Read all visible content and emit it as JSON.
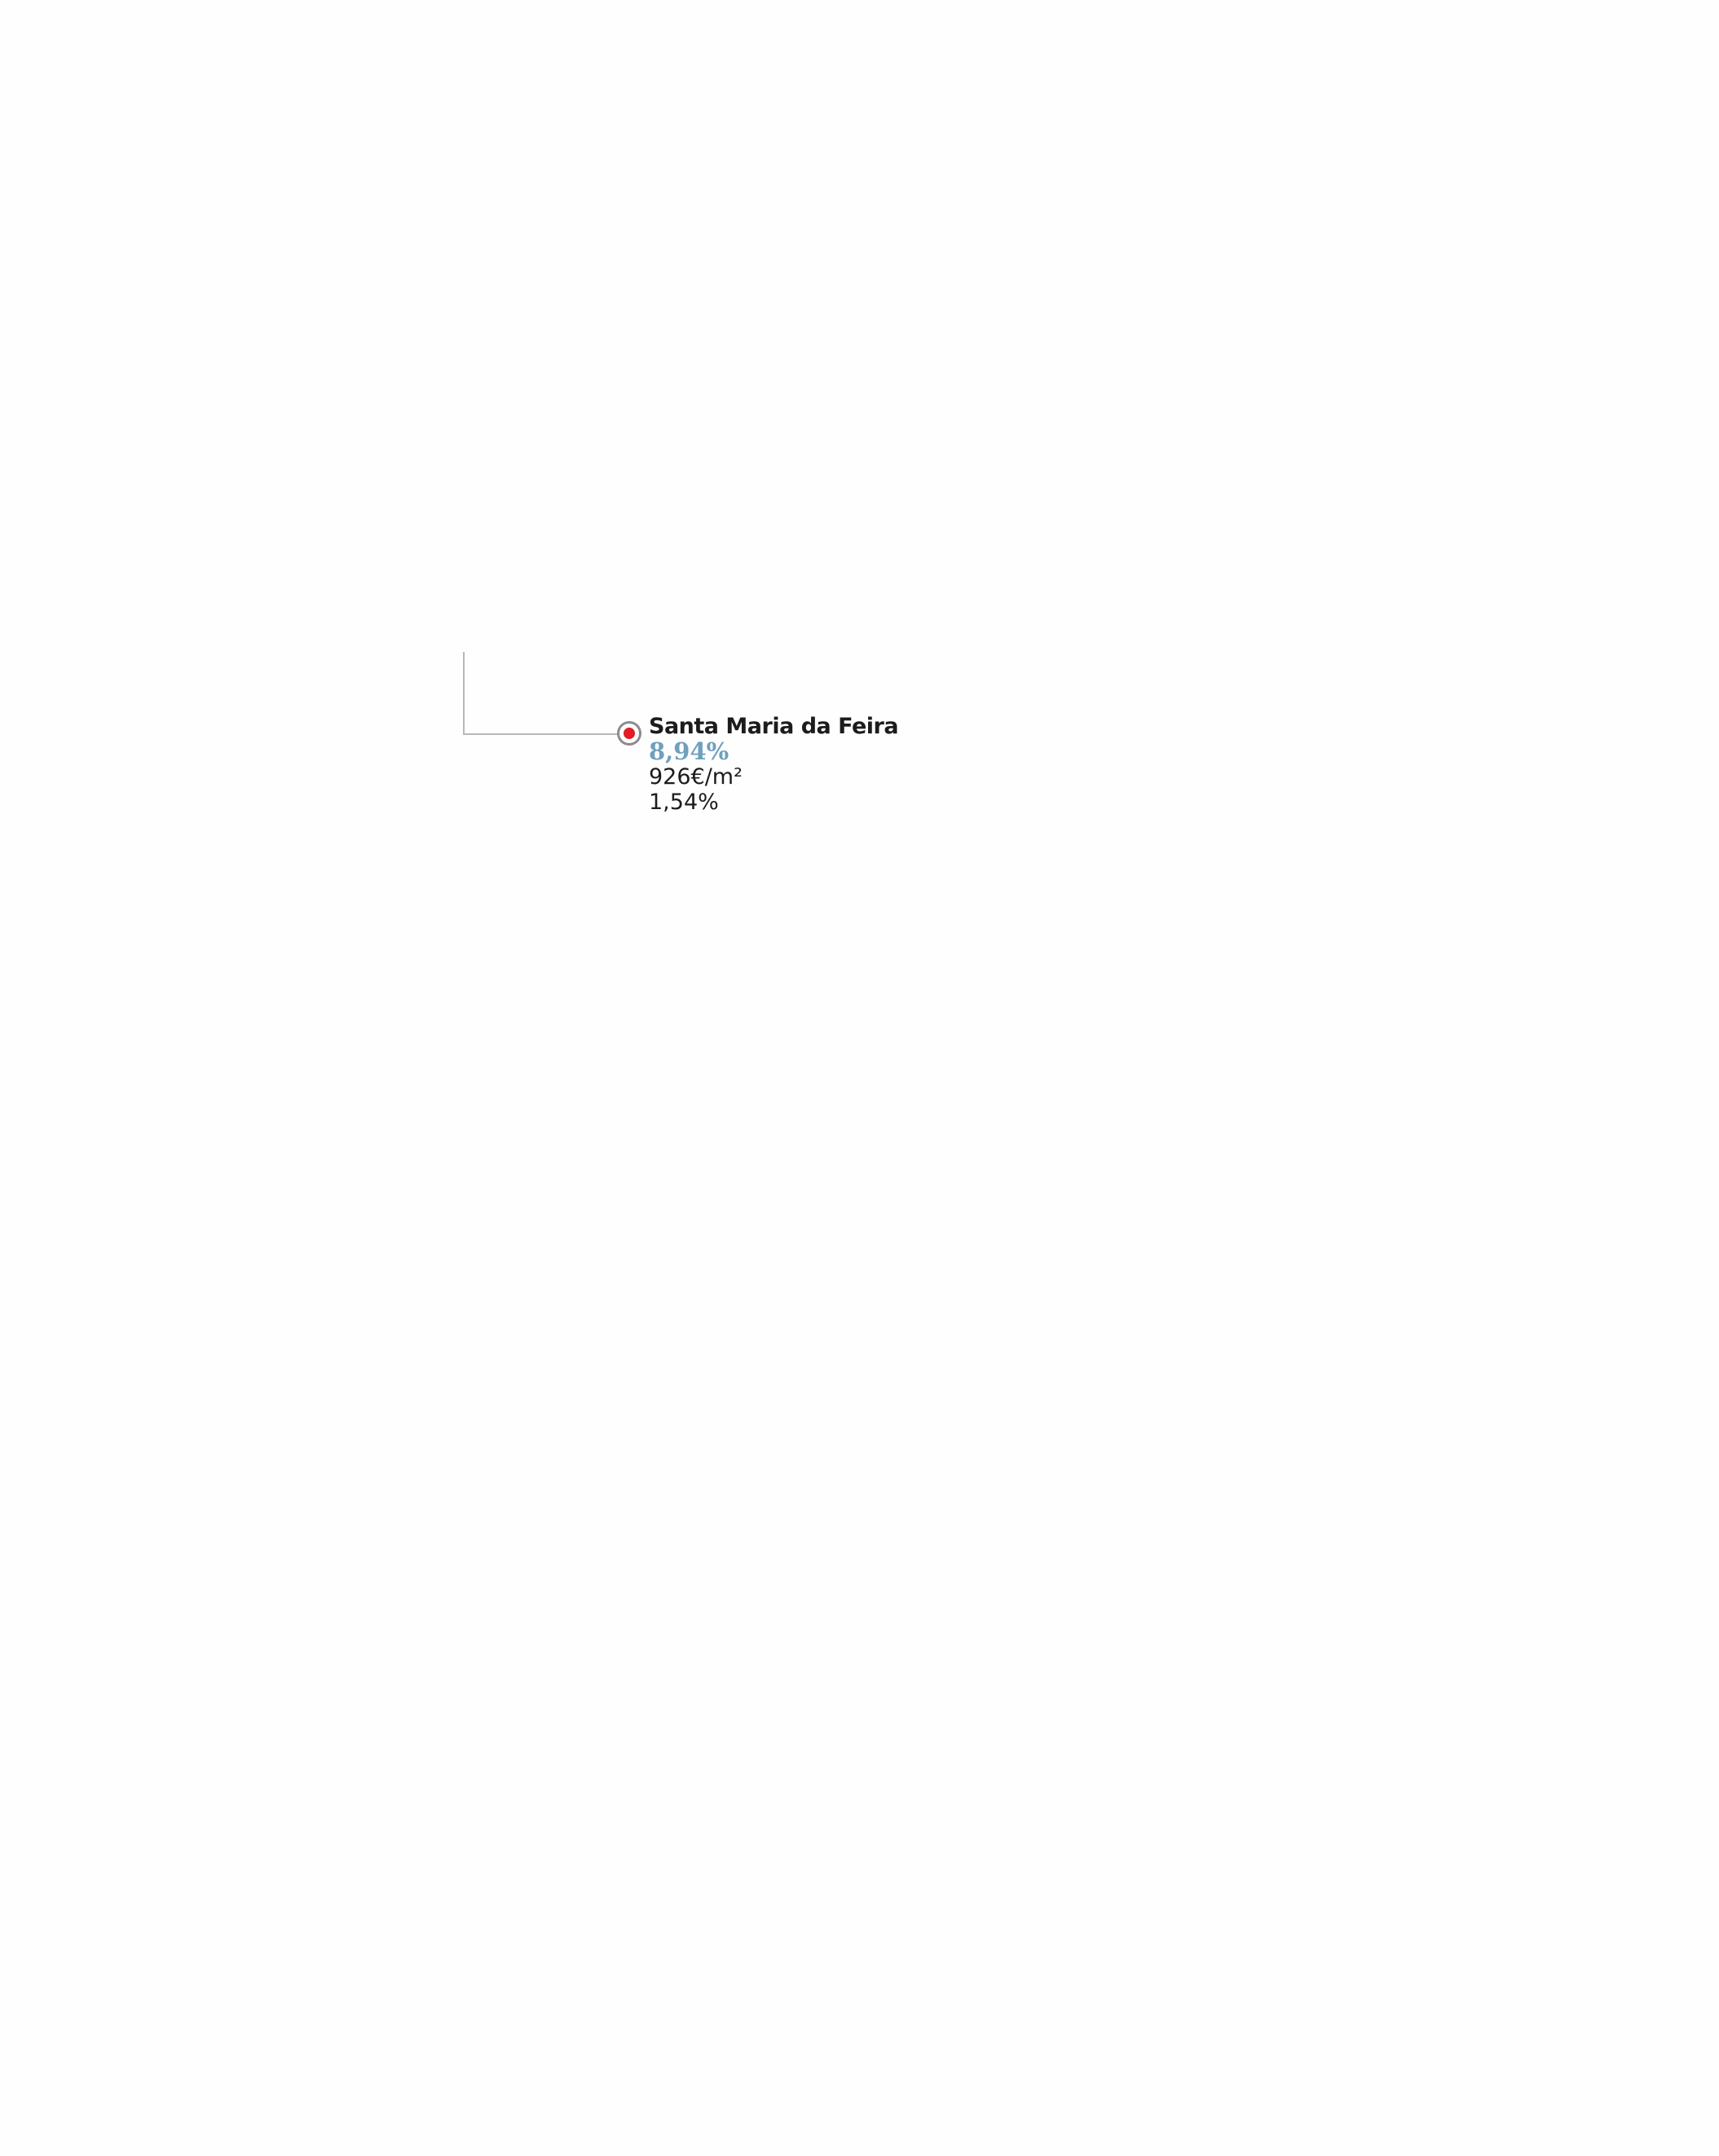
{
  "place": {
    "name": "Santa Maria da Feira",
    "percentage": "8,94%",
    "price_per_m2": "926€/m²",
    "secondary_percentage": "1,54%"
  },
  "colors": {
    "marker_fill": "#e21d23",
    "marker_ring": "#8c8c8c",
    "leader_line": "#b8b8b8",
    "percentage_text": "#6fa0bd",
    "text": "#1c1c1c"
  }
}
